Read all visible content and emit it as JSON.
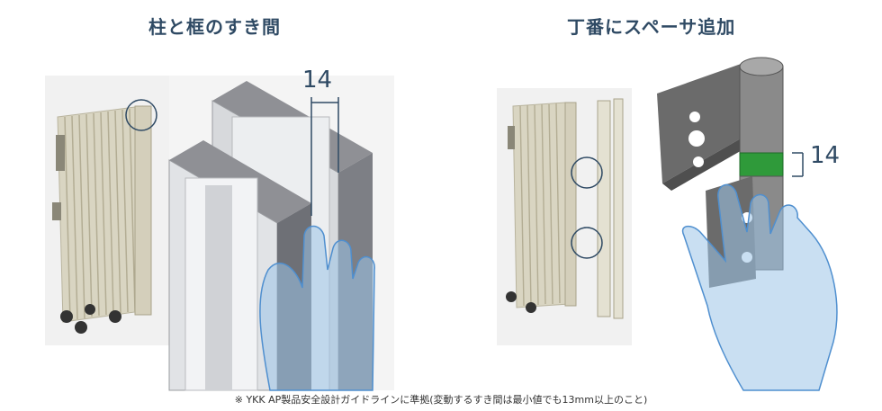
{
  "left_panel": {
    "title": "柱と框のすき間",
    "dimension_label": "14"
  },
  "right_panel": {
    "title": "丁番にスペーサ追加",
    "dimension_label": "14"
  },
  "footnote": "※ YKK AP製品安全設計ガイドラインに準拠(変動するすき間は最小値でも13mm以上のこと)",
  "colors": {
    "title": "#2f4a64",
    "gate_body": "#d9d5c2",
    "hand_fill": "#9cc4e8",
    "hand_stroke": "#4f8fcf",
    "spacer": "#2f9a3a",
    "hinge": "#6b6b6b",
    "callout": "#2f4a64"
  },
  "icons": {
    "hand": "hand-icon",
    "callout": "callout-circle-icon"
  }
}
